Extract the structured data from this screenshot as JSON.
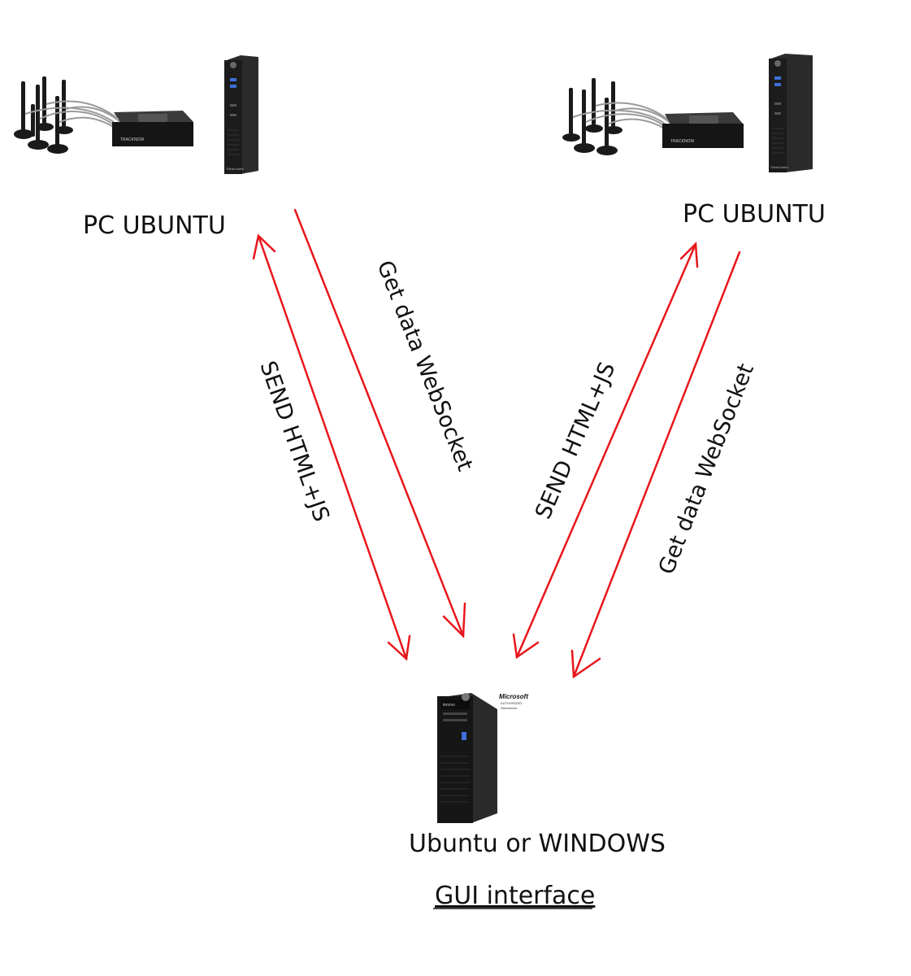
{
  "nodes": {
    "left_pc": {
      "label": "PC UBUNTU"
    },
    "right_pc": {
      "label": "PC UBUNTU"
    },
    "bottom_pc": {
      "label": "Ubuntu or WINDOWS",
      "sublabel": "GUI interface"
    }
  },
  "edges": {
    "left_send": "SEND HTML+JS",
    "left_get": "Get data WebSocket",
    "right_send": "SEND HTML+JS",
    "right_get": "Get data WebSocket"
  },
  "device_text": {
    "receiver_brand": "TRACKNOW",
    "thinkcentre": "ThinkCentre",
    "lenovo": "lenovo",
    "microsoft": "Microsoft",
    "authorized": "AUTHORIZED",
    "refurbisher": "Refurbisher"
  },
  "colors": {
    "arrow": "#e8161b",
    "device_dark": "#1b1b1b",
    "device_mid": "#2e2e2e",
    "cable": "#9a9a9a"
  }
}
